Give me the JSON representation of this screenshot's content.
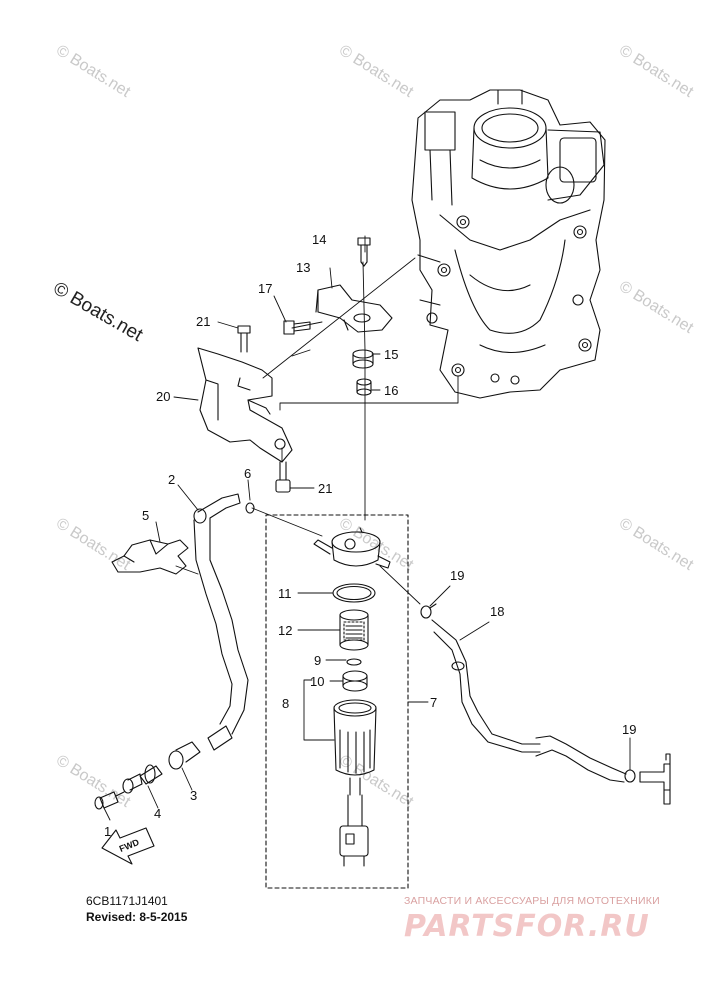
{
  "watermarks": {
    "small": "© Boats.net",
    "large": "© Boats.net"
  },
  "callouts": [
    "1",
    "2",
    "3",
    "4",
    "5",
    "6",
    "7",
    "8",
    "9",
    "10",
    "11",
    "12",
    "13",
    "14",
    "15",
    "16",
    "17",
    "18",
    "19",
    "19",
    "20",
    "21",
    "21"
  ],
  "diagram_code": "6CB1171J1401",
  "revised": "Revised: 8-5-2015",
  "fwd_label": "FWD",
  "brand": {
    "tagline": "ЗАПЧАСТИ И АКСЕССУАРЫ ДЛЯ МОТОТЕХНИКИ",
    "name": "PARTSFOR.RU"
  },
  "colors": {
    "ink": "#111111",
    "watermark": "#c9c9c9",
    "brand": "#f2c7c7"
  }
}
